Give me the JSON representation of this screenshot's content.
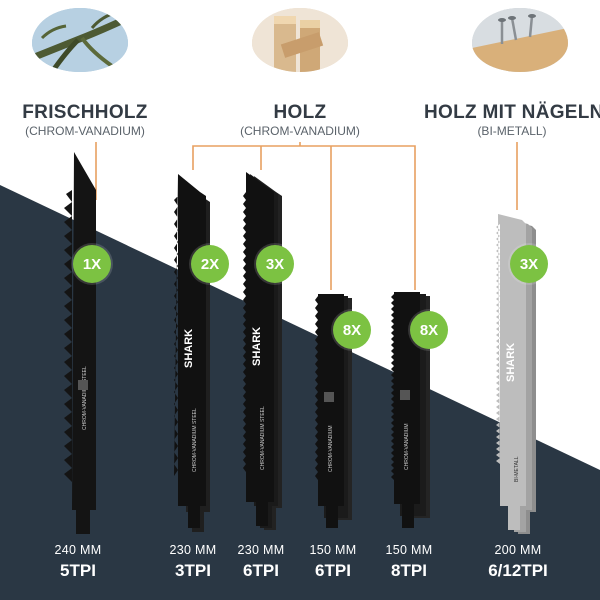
{
  "categories": [
    {
      "title": "FRISCHHOLZ",
      "subtitle": "(CHROM-VANADIUM)",
      "image_icon": "tree-branch-photo"
    },
    {
      "title": "HOLZ",
      "subtitle": "(CHROM-VANADIUM)",
      "image_icon": "wood-beams-photo"
    },
    {
      "title": "HOLZ MIT NÄGELN",
      "subtitle": "(BI-METALL)",
      "image_icon": "nails-in-wood-photo"
    }
  ],
  "blades": [
    {
      "quantity": "1X",
      "length": "240 MM",
      "tpi": "5TPI",
      "color": "black"
    },
    {
      "quantity": "2X",
      "length": "230 MM",
      "tpi": "3TPI",
      "color": "black"
    },
    {
      "quantity": "3X",
      "length": "230 MM",
      "tpi": "6TPI",
      "color": "black"
    },
    {
      "quantity": "8X",
      "length": "150 MM",
      "tpi": "6TPI",
      "color": "black"
    },
    {
      "quantity": "8X",
      "length": "150 MM",
      "tpi": "8TPI",
      "color": "black"
    },
    {
      "quantity": "3X",
      "length": "200 MM",
      "tpi": "6/12TPI",
      "color": "grey"
    }
  ],
  "blade_brand_text": "SHARK",
  "colors": {
    "navy": "#2a3744",
    "accent_orange": "#e8a060",
    "badge_green": "#7cc242"
  }
}
